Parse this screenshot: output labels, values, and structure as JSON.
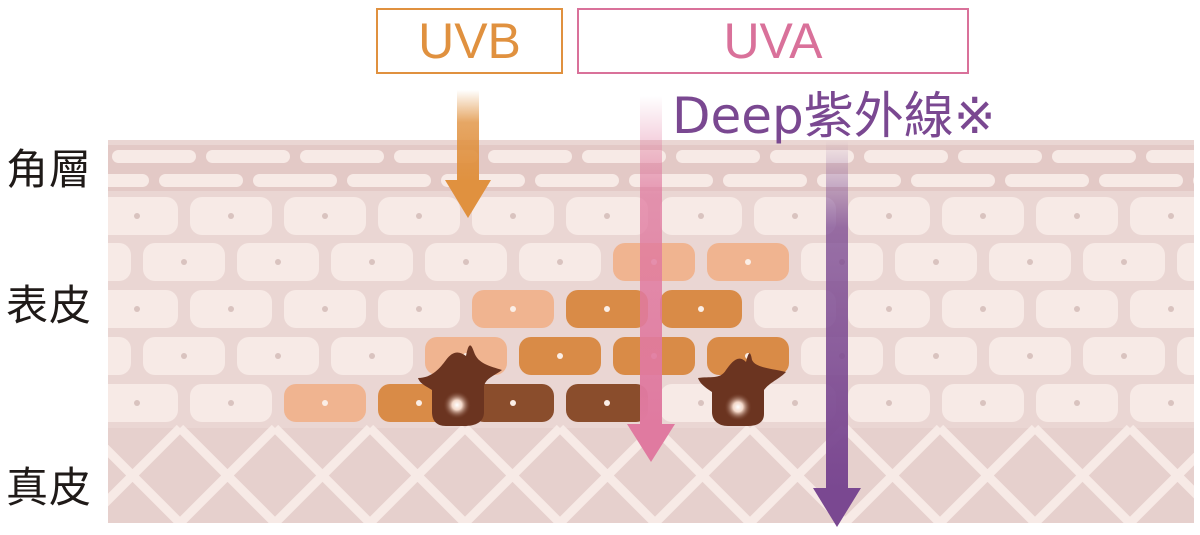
{
  "labels": {
    "stratum_corneum": "角層",
    "epidermis": "表皮",
    "dermis": "真皮"
  },
  "rays": {
    "uvb": "UVB",
    "uva": "UVA",
    "deep": "Deep紫外線※"
  },
  "colors": {
    "uvb": "#e0913f",
    "uva": "#e07aa0",
    "deep": "#7a4891",
    "skin_bg": "#ead6d3",
    "dermis_bg": "#e6d0cd",
    "cell_light": "#f7eae6",
    "cell_tan": "#f0b490",
    "cell_orange": "#d98b47",
    "cell_dark": "#8a4d2c",
    "melanocyte": "#6b3420"
  }
}
